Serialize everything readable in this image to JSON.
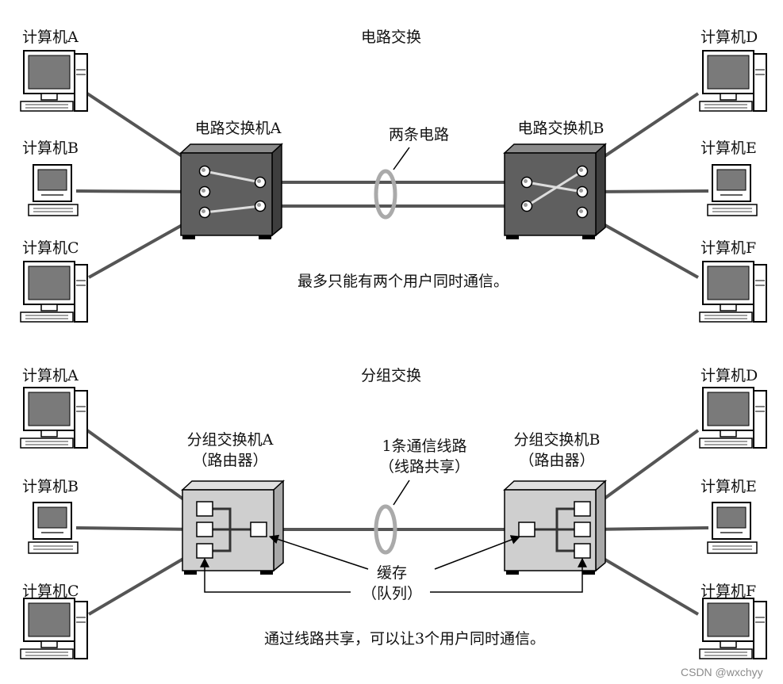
{
  "top": {
    "title": "电路交换",
    "switch_a": "电路交换机A",
    "switch_b": "电路交换机B",
    "ring_label": "两条电路",
    "note": "最多只能有两个用户同时通信。",
    "computers": {
      "a": "计算机A",
      "b": "计算机B",
      "c": "计算机C",
      "d": "计算机D",
      "e": "计算机E",
      "f": "计算机F"
    }
  },
  "bottom": {
    "title": "分组交换",
    "switch_a_line1": "分组交换机A",
    "switch_a_line2": "（路由器）",
    "switch_b_line1": "分组交换机B",
    "switch_b_line2": "（路由器）",
    "ring_line1": "1条通信线路",
    "ring_line2": "（线路共享）",
    "buffer_line1": "缓存",
    "buffer_line2": "（队列）",
    "note": "通过线路共享，可以让3个用户同时通信。",
    "computers": {
      "a": "计算机A",
      "b": "计算机B",
      "c": "计算机C",
      "d": "计算机D",
      "e": "计算机E",
      "f": "计算机F"
    }
  },
  "watermark": "CSDN @wxchyy"
}
